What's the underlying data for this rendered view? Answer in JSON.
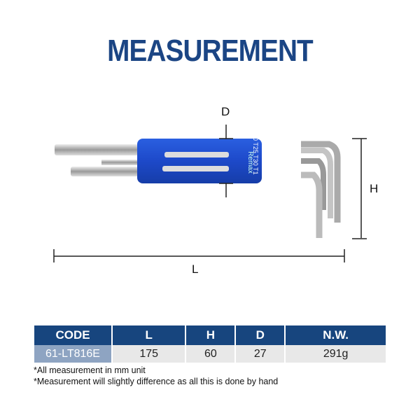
{
  "title": "MEASUREMENT",
  "dimension_labels": {
    "d": "D",
    "h": "H",
    "l": "L"
  },
  "product": {
    "brand": "Remax",
    "size_marks": "0 T25 T30 T1"
  },
  "table": {
    "headers": [
      "CODE",
      "L",
      "H",
      "D",
      "N.W."
    ],
    "row": [
      "61-LT816E",
      "175",
      "60",
      "27",
      "291g"
    ]
  },
  "notes": [
    "*All measurement in mm unit",
    "*Measurement will slightly difference as all this is done by hand"
  ]
}
